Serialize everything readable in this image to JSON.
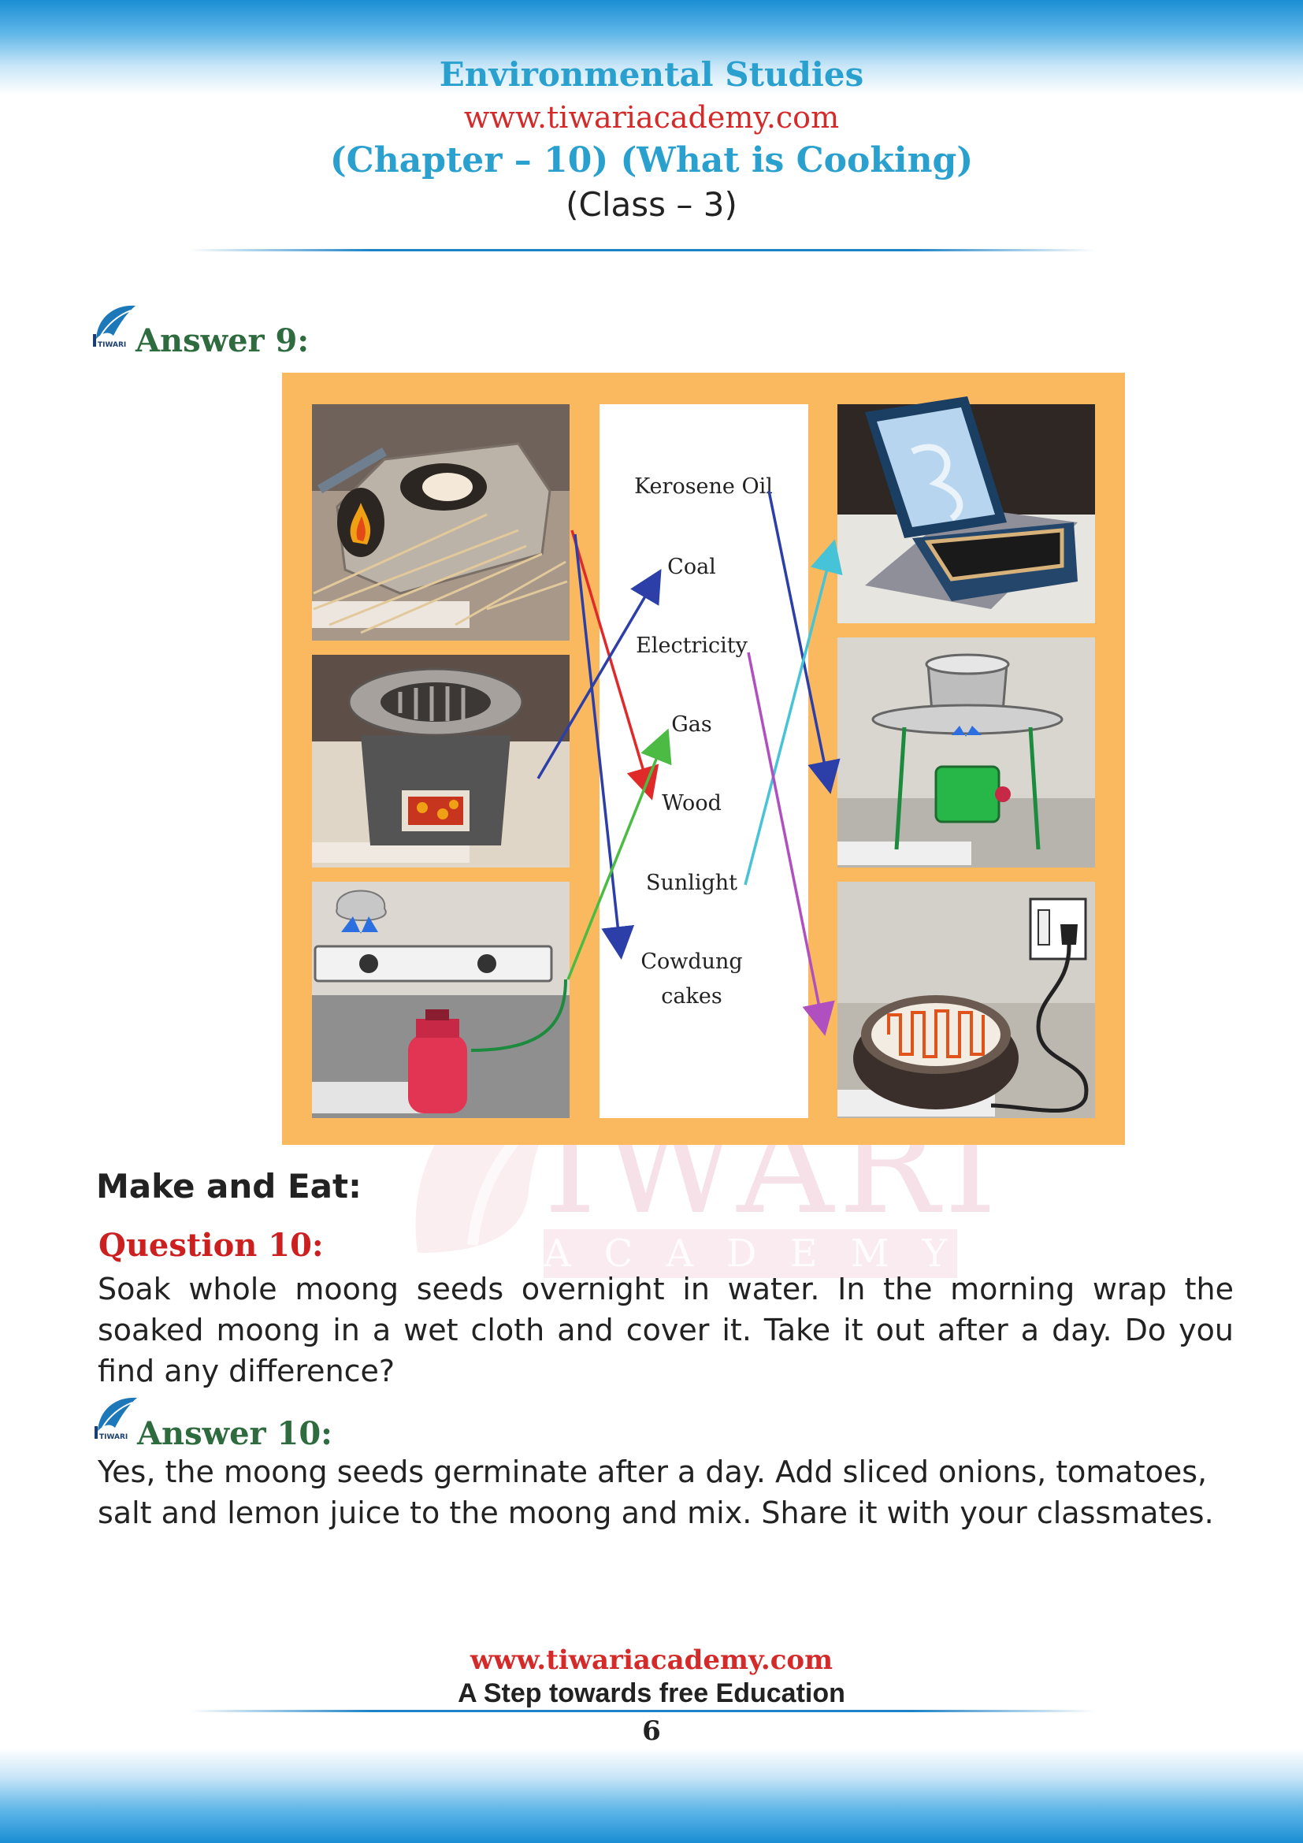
{
  "header": {
    "subject": "Environmental Studies",
    "website": "www.tiwariacademy.com",
    "chapter": "(Chapter – 10) (What is Cooking)",
    "class": "(Class – 3)"
  },
  "logo": {
    "icon": "tiwari-leaf-logo-icon",
    "text": "TIWARI"
  },
  "answer9": {
    "title": "Answer 9:"
  },
  "match_figure": {
    "fuels": [
      "Kerosene  Oil",
      "Coal",
      "Electricity",
      "Gas",
      "Wood",
      "Sunlight",
      "Cowdung",
      "cakes"
    ],
    "left_stoves": [
      "clay-chulha-icon",
      "coal-angithi-icon",
      "lpg-gas-stove-icon"
    ],
    "right_stoves": [
      "solar-cooker-icon",
      "kerosene-stove-icon",
      "electric-heater-icon"
    ],
    "colors": {
      "frame": "#fbb95f",
      "red_arrow": "#e02a2a",
      "blue_arrow": "#2c3fa8",
      "green_arrow": "#4cbb43",
      "cyan_arrow": "#47c3d8",
      "purple_arrow": "#b04fc0"
    }
  },
  "make_and_eat": {
    "title": "Make and Eat:",
    "question_title": "Question 10:",
    "question_text": "Soak whole moong seeds overnight in water. In the morning wrap the soaked moong in a wet cloth and cover it. Take it out after a day. Do you find any difference?",
    "answer_title": "Answer 10:",
    "answer_text": "Yes, the moong seeds germinate after a day. Add sliced onions, tomatoes, salt and lemon juice to the moong and mix. Share it with your classmates."
  },
  "watermark": {
    "word": "IWARI",
    "sub": "ACADEMY"
  },
  "footer": {
    "website": "www.tiwariacademy.com",
    "tagline": "A Step towards free Education",
    "page": "6"
  }
}
